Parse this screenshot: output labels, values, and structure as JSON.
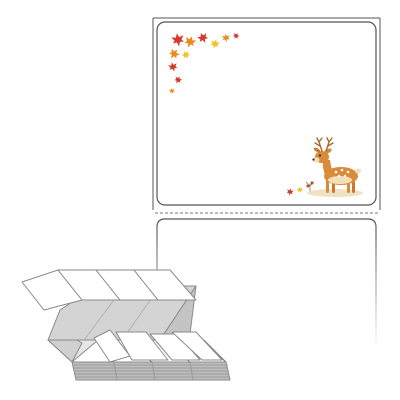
{
  "product": {
    "label_count_visible": 2,
    "format": "fanfold",
    "labels_per_row": 1
  },
  "colors": {
    "sheet_outline": "#444444",
    "label_outline": "#555555",
    "perforation": "#777777",
    "stack_face": "#ffffff",
    "stack_shade": "#d4d4d4",
    "stack_edge": "#8a8a8a",
    "leaf_red": "#d8382a",
    "leaf_orange": "#ee8a1c",
    "leaf_yellow": "#f2c12e",
    "deer_body": "#d98a3a",
    "deer_belly": "#f5dfb8",
    "deer_spot": "#ffffff",
    "ground": "#efe3c4"
  },
  "icons": {
    "corner_decoration": "maple-leaves-icon",
    "deer": "deer-icon",
    "ground_leaves": "fallen-leaves-icon",
    "stack": "fanfold-label-stack-icon"
  }
}
